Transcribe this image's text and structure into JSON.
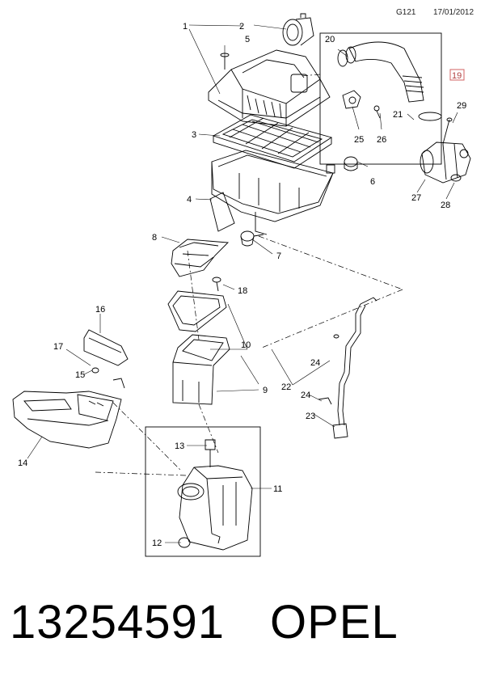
{
  "header": {
    "code": "G121",
    "date": "17/01/2012"
  },
  "callouts": {
    "n1": "1",
    "n2": "2",
    "n3": "3",
    "n4": "4",
    "n5": "5",
    "n6": "6",
    "n7": "7",
    "n8": "8",
    "n9": "9",
    "n10": "10",
    "n11": "11",
    "n12": "12",
    "n13": "13",
    "n14": "14",
    "n15": "15",
    "n16": "16",
    "n17": "17",
    "n18": "18",
    "n19": "19",
    "n20": "20",
    "n21": "21",
    "n22": "22",
    "n23": "23",
    "n24a": "24",
    "n24b": "24",
    "n25": "25",
    "n26": "26",
    "n27": "27",
    "n28": "28",
    "n29": "29"
  },
  "footer": {
    "part_number": "13254591",
    "brand": "OPEL"
  }
}
